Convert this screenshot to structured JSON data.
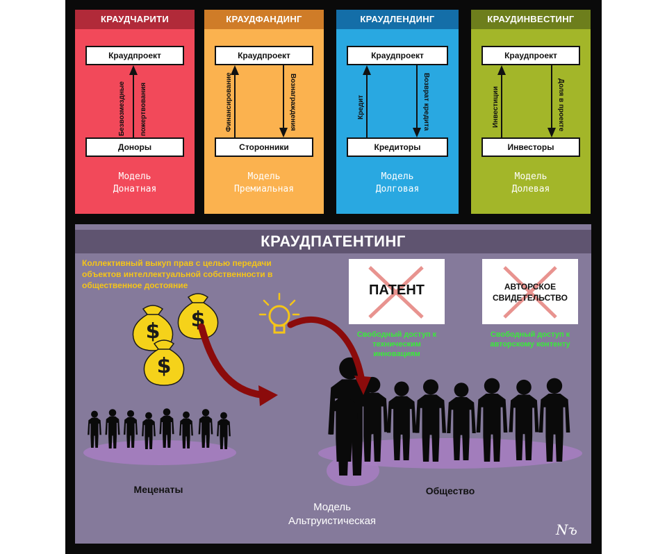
{
  "panels": [
    {
      "header": "КРАУДЧАРИТИ",
      "top_box": "Краудпроект",
      "bottom_box": "Доноры",
      "left_label": "Безвозмездные",
      "right_label": "пожертвования",
      "model_line1": "Модель",
      "model_line2": "Донатная"
    },
    {
      "header": "КРАУДФАНДИНГ",
      "top_box": "Краудпроект",
      "bottom_box": "Сторонники",
      "left_label": "Финансирование",
      "right_label": "Вознаграждения",
      "model_line1": "Модель",
      "model_line2": "Премиальная"
    },
    {
      "header": "КРАУДЛЕНДИНГ",
      "top_box": "Краудпроект",
      "bottom_box": "Кредиторы",
      "left_label": "Кредит",
      "right_label": "Возврат кредита",
      "model_line1": "Модель",
      "model_line2": "Долговая"
    },
    {
      "header": "КРАУДИНВЕСТИНГ",
      "top_box": "Краудпроект",
      "bottom_box": "Инвесторы",
      "left_label": "Инвестиции",
      "right_label": "Доля в проекте",
      "model_line1": "Модель",
      "model_line2": "Долевая"
    }
  ],
  "colors": {
    "panel_bodies": [
      "#f2495a",
      "#fbb24f",
      "#29a8e1",
      "#a3b629"
    ],
    "panel_headers": [
      "#b12a39",
      "#cf7c28",
      "#146ea8",
      "#6d7e1c"
    ],
    "bottom_background": "#857a9b",
    "bottom_title_bar": "#5f5470",
    "caption_yellow": "#f5c518",
    "caption_green": "#3bea3b",
    "arrow_red": "#8b0b0b"
  },
  "bottom": {
    "title": "КРАУДПАТЕНТИНГ",
    "description": "Коллективный выкуп прав с целью передачи объектов интеллектуальной собственности в общественное достояние",
    "patent_card": "ПАТЕНТ",
    "certificate_card": "АВТОРСКОЕ СВИДЕТЕЛЬСТВО",
    "patent_caption": "Свободный доступ к техническим инновациям",
    "certificate_caption": "Свободный доступ к авторскому контенту",
    "patrons_label": "Меценаты",
    "society_label": "Общество",
    "model_line1": "Модель",
    "model_line2": "Альтруистическая",
    "signature": "Nъ"
  },
  "icons": [
    "money-bag-icon",
    "light-bulb-icon",
    "crossed-out-icon",
    "person-silhouette-icon"
  ]
}
